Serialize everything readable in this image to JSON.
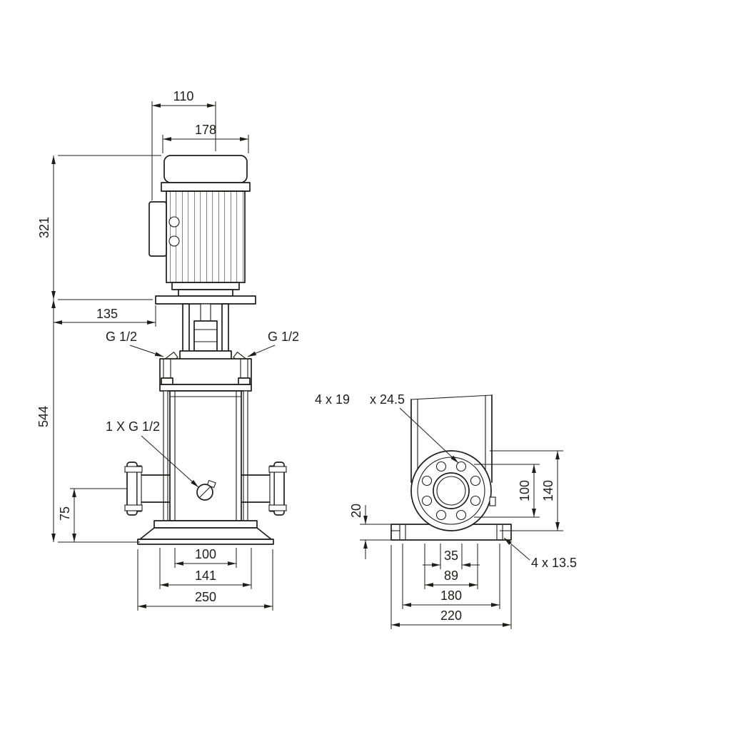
{
  "drawing": {
    "type": "pump-dimensional-drawing",
    "views": [
      "front",
      "side-base"
    ]
  },
  "colors": {
    "line": "#1d1d1b",
    "background": "#ffffff"
  },
  "front_view": {
    "dim_110": "110",
    "dim_178": "178",
    "dim_321": "321",
    "dim_135": "135",
    "port_left": "G 1/2",
    "port_right": "G 1/2",
    "dim_544": "544",
    "drain_label": "1 X G 1/2",
    "dim_75": "75",
    "dim_100": "100",
    "dim_141": "141",
    "dim_250": "250"
  },
  "side_view": {
    "flange_hole_note": "4 x 19",
    "flange_hole_depth_note": "x 24.5",
    "dim_20": "20",
    "dim_100": "100",
    "dim_140": "140",
    "dim_35": "35",
    "dim_89": "89",
    "dim_180": "180",
    "dim_220": "220",
    "base_hole_note": "4 x 13.5"
  }
}
